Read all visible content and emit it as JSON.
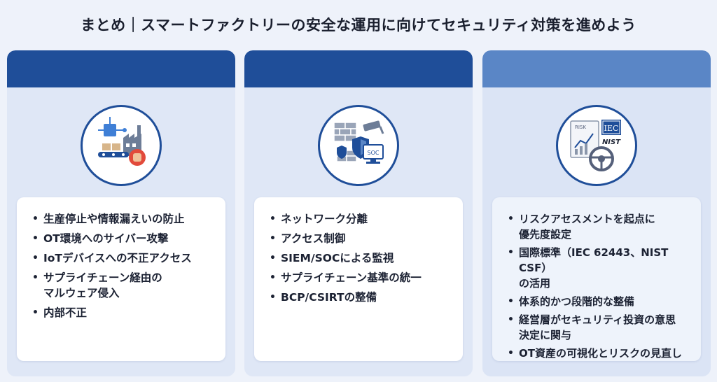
{
  "title": "まとめ｜スマートファクトリーの安全な運用に向けてセキュリティ対策を進めよう",
  "columns": [
    {
      "icon": "factory-threat-icon",
      "items": [
        "生産停止や情報漏えいの防止",
        "OT環境へのサイバー攻撃",
        "IoTデバイスへの不正アクセス",
        "サプライチェーン経由の\nマルウェア侵入",
        "内部不正"
      ]
    },
    {
      "icon": "security-soc-icon",
      "items": [
        "ネットワーク分離",
        "アクセス制御",
        "SIEM/SOCによる監視",
        "サプライチェーン基準の統一",
        "BCP/CSIRTの整備"
      ]
    },
    {
      "icon": "risk-standards-icon",
      "icon_labels": {
        "risk": "RISK",
        "iec": "IEC",
        "nist": "NIST"
      },
      "items": [
        "リスクアセスメントを起点に\n優先度設定",
        "国際標準（IEC 62443、NIST CSF）\nの活用",
        "体系的かつ段階的な整備",
        "経営層がセキュリティ投資の意思\n決定に関与",
        "OT資産の可視化とリスクの見直し"
      ]
    }
  ],
  "colors": {
    "primary": "#1f4e99",
    "secondary": "#5a86c6",
    "background": "#eef2fa"
  },
  "soc_label": "SOC"
}
